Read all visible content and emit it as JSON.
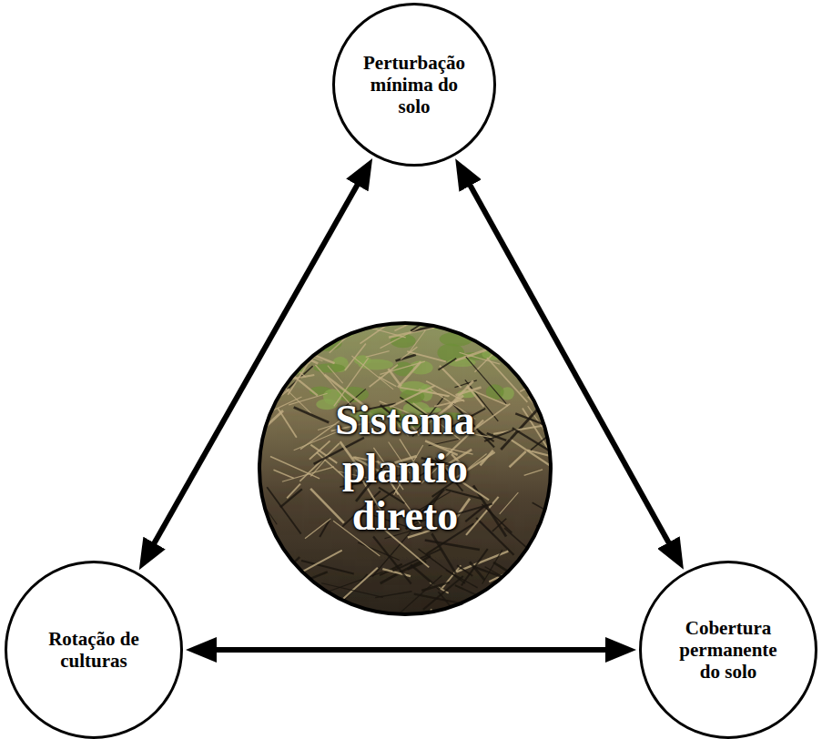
{
  "diagram": {
    "nodes": [
      {
        "text": [
          "Perturbação mínima do solo"
        ]
      },
      {
        "text": [
          "Sistema plantio direto"
        ]
      },
      {
        "text": [
          "Rotação de culturas"
        ]
      },
      {
        "text": [
          "Cobertura permanente do solo"
        ]
      }
    ],
    "edges": [
      {
        "from": 0,
        "to": 2,
        "arrow": "both"
      },
      {
        "from": 0,
        "to": 3,
        "arrow": "both"
      },
      {
        "from": 2,
        "to": 3,
        "arrow": "both"
      }
    ]
  }
}
